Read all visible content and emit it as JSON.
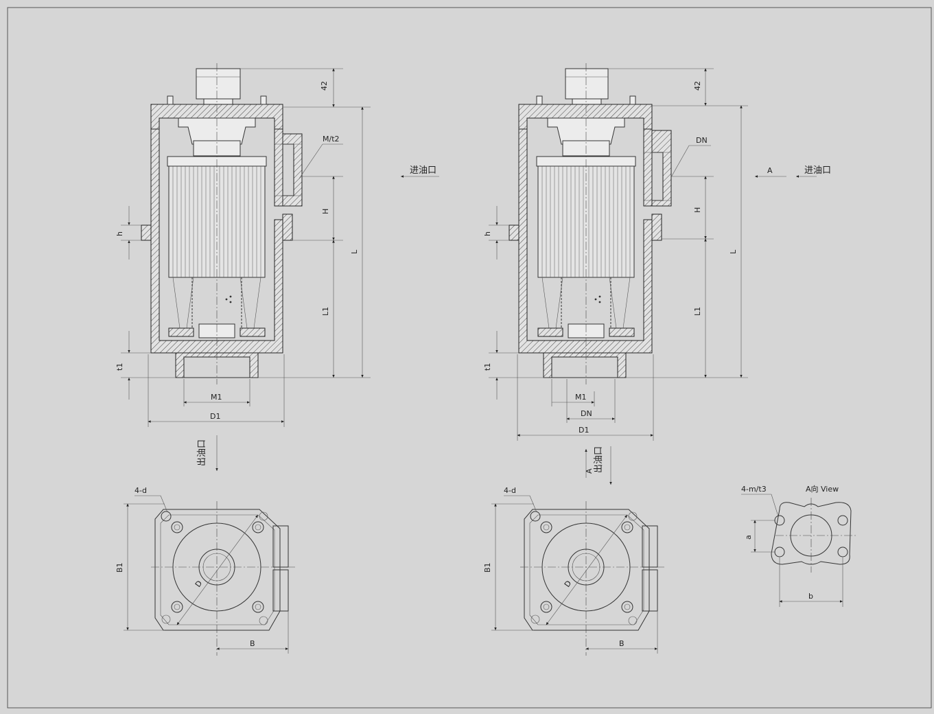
{
  "labels": {
    "dim_42": "42",
    "dim_L": "L",
    "dim_L1": "L1",
    "dim_H": "H",
    "dim_h": "h",
    "dim_t1": "t1",
    "dim_M1": "M1",
    "dim_D1": "D1",
    "dim_DN": "DN",
    "dim_Mt2": "M/t2",
    "dim_B": "B",
    "dim_B1": "B1",
    "dim_D": "D",
    "dim_4d": "4-d",
    "dim_4mt3": "4-m/t3",
    "dim_a": "a",
    "dim_b": "b",
    "arrow_A": "A",
    "inlet": "进油口",
    "outlet": "出油口",
    "view_A": "A向 View"
  }
}
